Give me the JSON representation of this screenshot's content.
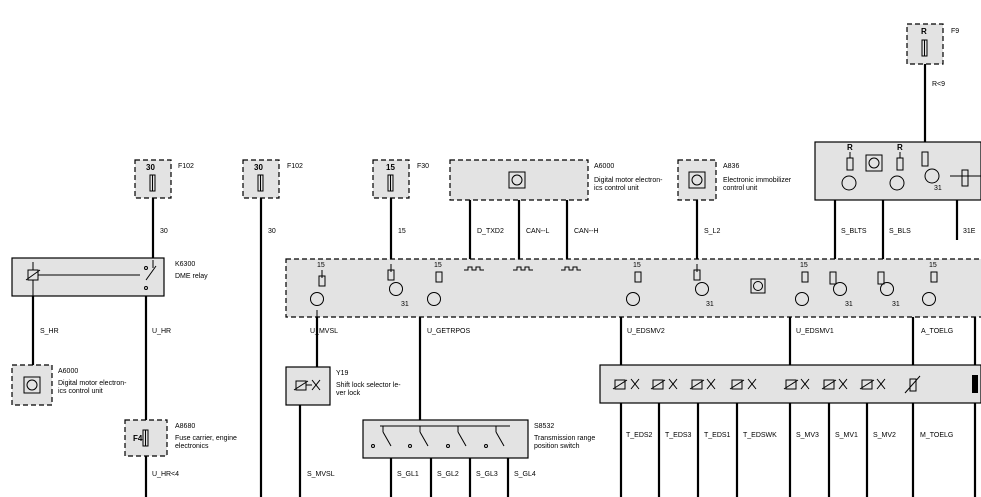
{
  "fuses": {
    "f102a": {
      "id": "F102",
      "rating": "30"
    },
    "f102b": {
      "id": "F102",
      "rating": "30"
    },
    "f30": {
      "id": "F30",
      "rating": "15"
    },
    "f9": {
      "id": "F9",
      "rating": "R"
    }
  },
  "components": {
    "a6000_top": {
      "id": "A6000",
      "desc1": "Digital motor electron-",
      "desc2": "ics control unit"
    },
    "a836": {
      "id": "A836",
      "desc1": "Electronic immobilizer",
      "desc2": "control unit"
    },
    "k6300": {
      "id": "K6300",
      "desc1": "DME relay"
    },
    "a6000_bot": {
      "id": "A6000",
      "desc1": "Digital motor electron-",
      "desc2": "ics control unit"
    },
    "a8680": {
      "id": "A8680",
      "fuse": "F4",
      "desc1": "Fuse carrier, engine",
      "desc2": "electronics"
    },
    "y19": {
      "id": "Y19",
      "desc1": "Shift lock selector le-",
      "desc2": "ver lock"
    },
    "s8532": {
      "id": "S8532",
      "desc1": "Transmission range",
      "desc2": "position switch"
    }
  },
  "wires": {
    "w30a": "30",
    "w30b": "30",
    "w15": "15",
    "d_txd2": "D_TXD2",
    "can_l": "CAN--L",
    "can_h": "CAN--H",
    "s_l2": "S_L2",
    "s_blts": "S_BLTS",
    "s_bls": "S_BLS",
    "w31e": "31E",
    "r9": "R<9",
    "s_hr": "S_HR",
    "u_hr": "U_HR",
    "u_hr4": "U_HR<4",
    "u_mvsl": "U_MVSL",
    "u_getrpos": "U_GETRPOS",
    "u_edsmv2": "U_EDSMV2",
    "u_edsmv1": "U_EDSMV1",
    "a_toelg": "A_TOELG",
    "s_mvsl": "S_MVSL",
    "s_gl1": "S_GL1",
    "s_gl2": "S_GL2",
    "s_gl3": "S_GL3",
    "s_gl4": "S_GL4",
    "t_eds2": "T_EDS2",
    "t_eds3": "T_EDS3",
    "t_eds1": "T_EDS1",
    "t_edswk": "T_EDSWK",
    "s_mv3": "S_MV3",
    "s_mv1": "S_MV1",
    "s_mv2": "S_MV2",
    "m_toelg": "M_TOELG"
  },
  "pins": {
    "p15": "15",
    "p31": "31",
    "pR": "R"
  }
}
